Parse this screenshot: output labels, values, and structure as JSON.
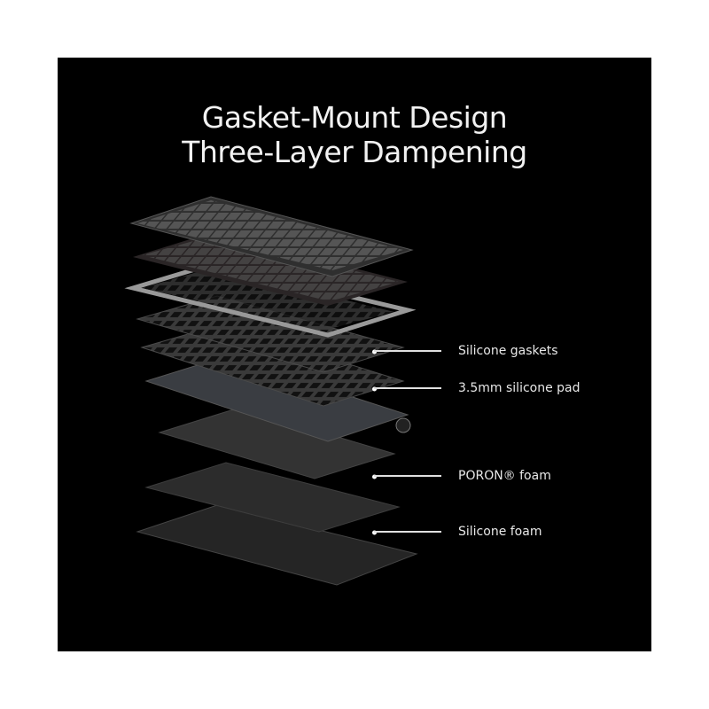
{
  "title": {
    "line1": "Gasket-Mount Design",
    "line2": "Three-Layer Dampening"
  },
  "callouts": [
    {
      "label": "Silicone gaskets"
    },
    {
      "label": "3.5mm silicone pad"
    },
    {
      "label": "PORON® foam"
    },
    {
      "label": "Silicone foam"
    }
  ],
  "colors": {
    "background": "#000000",
    "text": "#f2f2f2"
  }
}
